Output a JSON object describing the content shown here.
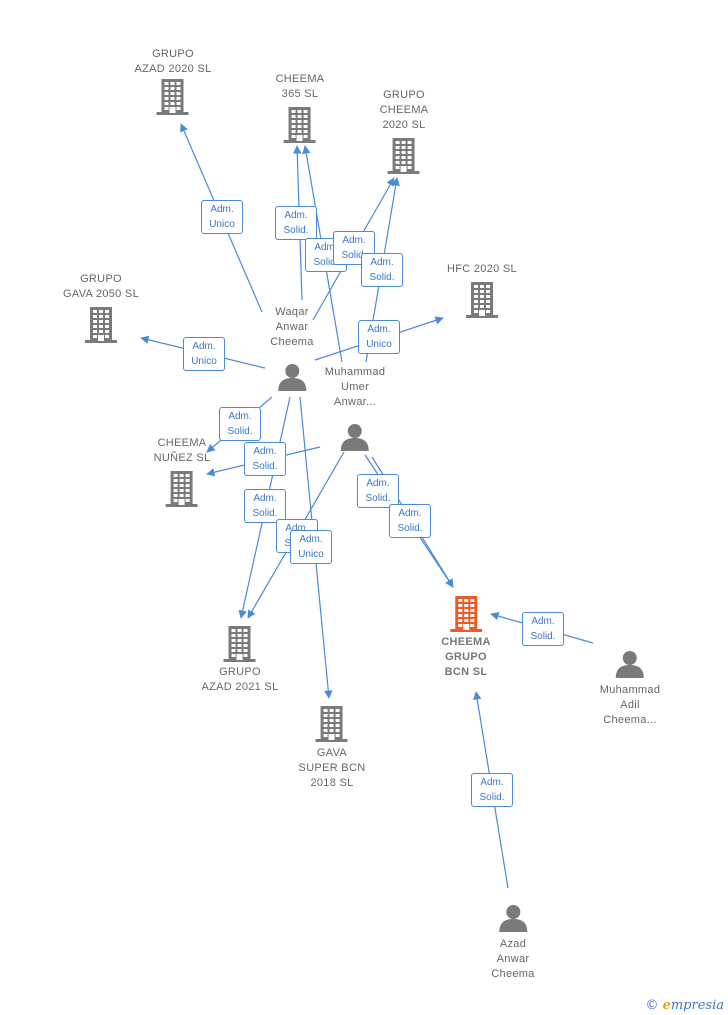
{
  "companies": [
    {
      "id": "azad2020",
      "label": "GRUPO\nAZAD 2020  SL",
      "highlight": false
    },
    {
      "id": "cheema365",
      "label": "CHEEMA\n365  SL",
      "highlight": false
    },
    {
      "id": "cheema2020",
      "label": "GRUPO\nCHEEMA\n2020  SL",
      "highlight": false
    },
    {
      "id": "hfc2020",
      "label": "HFC 2020  SL",
      "highlight": false
    },
    {
      "id": "gava2050",
      "label": "GRUPO\nGAVA 2050  SL",
      "highlight": false
    },
    {
      "id": "nunez",
      "label": "CHEEMA\nNUÑEZ SL",
      "highlight": false
    },
    {
      "id": "azad2021",
      "label": "GRUPO\nAZAD 2021  SL",
      "highlight": false
    },
    {
      "id": "gavasuper",
      "label": "GAVA\nSUPER BCN\n2018  SL",
      "highlight": false
    },
    {
      "id": "cheemabcn",
      "label": "CHEEMA\nGRUPO\nBCN  SL",
      "highlight": true
    }
  ],
  "people": [
    {
      "id": "waqar",
      "label": "Waqar\nAnwar\nCheema"
    },
    {
      "id": "umer",
      "label": "Muhammad\nUmer\nAnwar..."
    },
    {
      "id": "adil",
      "label": "Muhammad\nAdil\nCheema..."
    },
    {
      "id": "azad",
      "label": "Azad\nAnwar\nCheema"
    }
  ],
  "badges": [
    "Adm.\nUnico",
    "Adm.\nSolid.",
    "Adm.\nSolid.",
    "Adm.\nSolid.",
    "Adm.\nSolid.",
    "Adm.\nUnico",
    "Adm.\nUnico",
    "Adm.\nSolid.",
    "Adm.\nSolid.",
    "Adm.\nSolid.",
    "Adm.\nSolid.",
    "Adm.\nUnico",
    "Adm.\nSolid.",
    "Adm.\nSolid.",
    "Adm.\nSolid.",
    "Adm.\nSolid."
  ],
  "colors": {
    "company": "#7a7a7a",
    "company_highlight": "#f05a28",
    "person": "#7a7a7a",
    "edge": "#4a8ad6"
  },
  "icons": {
    "company": "building-icon",
    "person": "person-icon"
  },
  "footer": {
    "copyright": "©",
    "brand_initial": "e",
    "brand_rest": "mpresia"
  }
}
